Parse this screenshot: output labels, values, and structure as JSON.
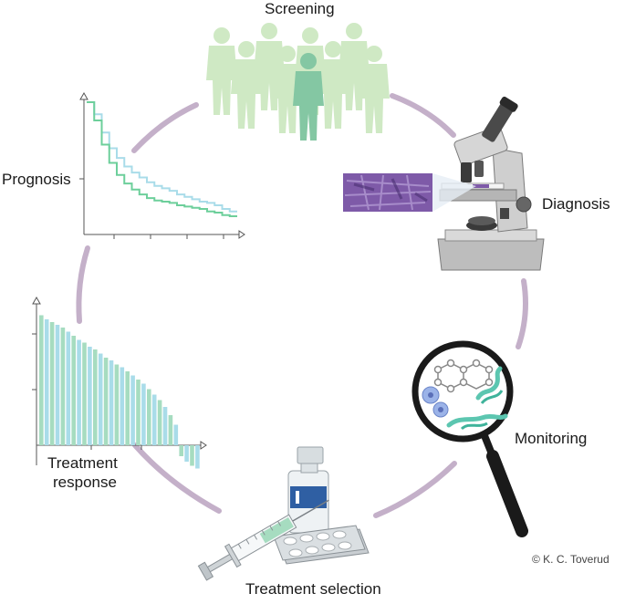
{
  "labels": {
    "screening": "Screening",
    "prognosis": "Prognosis",
    "diagnosis": "Diagnosis",
    "monitoring": "Monitoring",
    "treatment_response_line1": "Treatment",
    "treatment_response_line2": "response",
    "treatment_selection": "Treatment selection",
    "credit": "© K. C. Toverud"
  },
  "colors": {
    "cycle_arc": "#c4b0c9",
    "people_light": "#cfe9c4",
    "people_highlight": "#84c7a3",
    "curve_blue": "#a9dce9",
    "curve_green": "#6dcf9b",
    "bar_green": "#a6dcc0",
    "bar_blue": "#a9dce9",
    "slide_purple": "#7e5aa8",
    "microscope_gray": "#c9c9c9",
    "magnifier_black": "#1a1a1a",
    "vial_blue": "#2f5fa3"
  },
  "icons": [
    "people-group-icon",
    "microscope-icon",
    "magnifier-icon",
    "syringe-icon",
    "vial-icon",
    "pill-pack-icon"
  ],
  "chart_data": {
    "type": "bar",
    "xlabel": "",
    "ylabel": "",
    "values": [
      95,
      92,
      90,
      88,
      86,
      83,
      80,
      77,
      75,
      72,
      70,
      67,
      64,
      62,
      59,
      57,
      54,
      51,
      48,
      45,
      41,
      37,
      33,
      28,
      22,
      15,
      -8,
      -12,
      -15,
      -17
    ]
  },
  "survival_curves": {
    "type": "line",
    "xlabel": "",
    "ylabel": "",
    "series": [
      {
        "x": [
          0,
          5,
          10,
          15,
          20,
          25,
          30,
          35,
          40,
          45,
          50,
          55,
          60,
          65,
          70,
          75,
          80,
          85,
          90,
          95,
          100
        ],
        "y": [
          100,
          90,
          75,
          62,
          54,
          47,
          42,
          38,
          34,
          31,
          29,
          27,
          24,
          22,
          20,
          18,
          17,
          15,
          12,
          10,
          10
        ]
      },
      {
        "x": [
          0,
          5,
          10,
          15,
          20,
          25,
          30,
          35,
          40,
          45,
          50,
          55,
          60,
          65,
          70,
          75,
          80,
          85,
          90,
          95,
          100
        ],
        "y": [
          100,
          85,
          65,
          50,
          40,
          33,
          28,
          24,
          21,
          19,
          18,
          17,
          15,
          14,
          13,
          12,
          10,
          9,
          7,
          6,
          6
        ]
      }
    ]
  }
}
